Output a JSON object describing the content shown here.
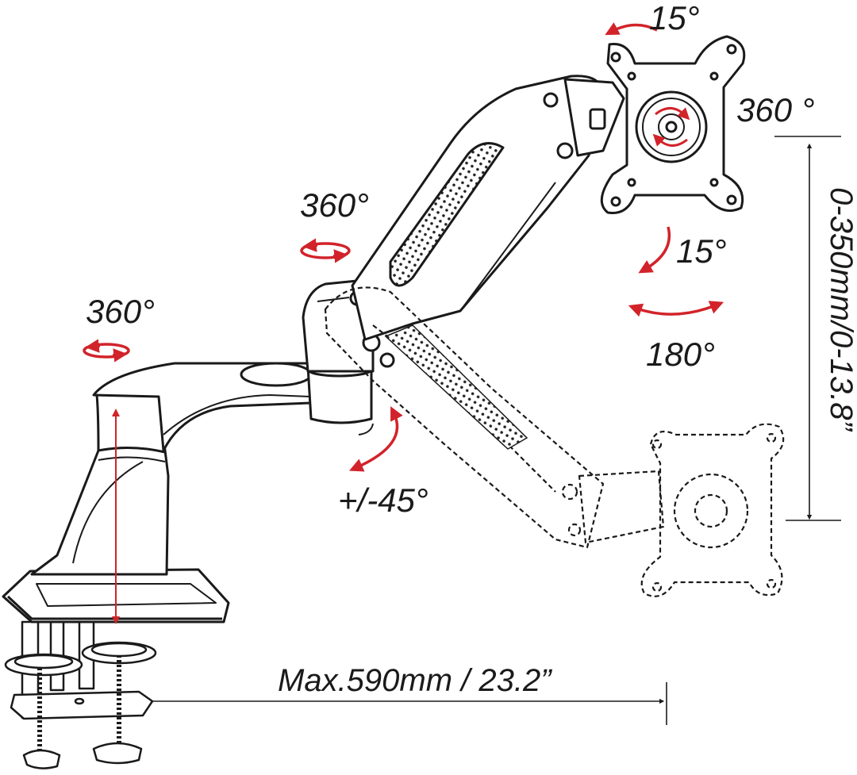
{
  "labels": {
    "tilt_top": "15°",
    "rotate_screen": "360 °",
    "swivel_upper_arm": "360°",
    "swivel_base": "360°",
    "tilt_bottom": "15°",
    "swivel_head": "180°",
    "arm_tilt": "+/-45°",
    "max_extension": "Max.590mm / 23.2”",
    "height_range": "0-350mm/0-13.8”"
  },
  "colors": {
    "line": "#1a1a1a",
    "arrow": "#d2232a",
    "background": "#ffffff"
  }
}
